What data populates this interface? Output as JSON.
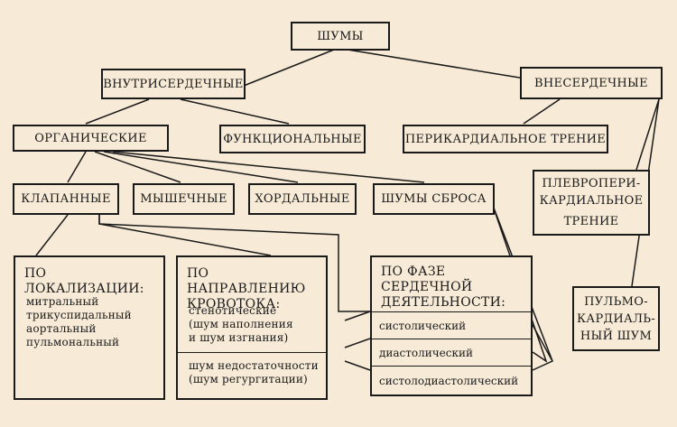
{
  "root": "ШУМЫ",
  "intracardiac": "ВНУТРИСЕРДЕЧНЫЕ",
  "extracardiac": "ВНЕСЕРДЕЧНЫЕ",
  "organic": "ОРГАНИЧЕСКИЕ",
  "functional": "ФУНКЦИОНАЛЬНЫЕ",
  "pericardial_friction": "ПЕРИКАРДИАЛЬНОЕ ТРЕНИЕ",
  "pleuropericardial": [
    "ПЛЕВРОПЕРИ-",
    "КАРДИАЛЬНОЕ",
    "ТРЕНИЕ"
  ],
  "cardiopulmonary": [
    "ПУЛЬМО-",
    "КАРДИАЛЬ-",
    "НЫЙ ШУМ"
  ],
  "valvular": "КЛАПАННЫЕ",
  "muscular": "МЫШЕЧНЫЕ",
  "chordal": "ХОРДАЛЬНЫЕ",
  "shunt": "ШУМЫ СБРОСА",
  "localization": {
    "title": "ПО ЛОКАЛИЗАЦИИ:",
    "items": [
      "митральный",
      "трикуспидальный",
      "аортальный",
      "пульмональный"
    ]
  },
  "flow_direction": {
    "title": [
      "ПО НАПРАВЛЕНИЮ",
      "КРОВОТОКА:"
    ],
    "group1": [
      "стенотические",
      "(шум наполнения",
      "и шум изгнания)"
    ],
    "group2": [
      "шум недостаточности",
      "(шум регургитации)"
    ]
  },
  "cardiac_phase": {
    "title": [
      "ПО ФАЗЕ СЕРДЕЧНОЙ",
      "ДЕЯТЕЛЬНОСТИ:"
    ],
    "items": [
      "систолический",
      "диастолический",
      "систолодиастолический"
    ]
  }
}
